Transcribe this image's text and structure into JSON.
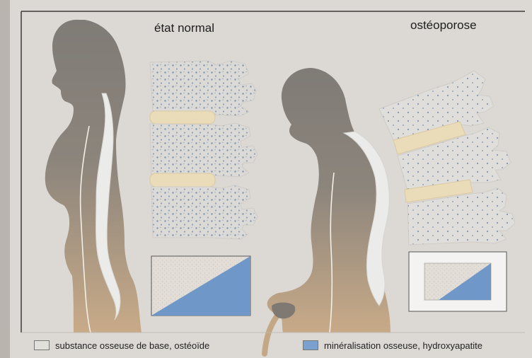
{
  "titles": {
    "normal": "état normal",
    "osteoporosis": "ostéoporose"
  },
  "legend": {
    "ground_substance": {
      "label": "substance osseuse de base, ostéoïde",
      "color": "#e2e0db"
    },
    "mineralization": {
      "label": "minéralisation osseuse, hydroxyapatite",
      "color": "#7aa1cf"
    }
  },
  "colors": {
    "page": "#dcd9d4",
    "body_top": "#7f7b76",
    "body_bottom": "#c6a98a",
    "spine": "#ececec",
    "vertebra": "#dddad5",
    "vertebra_dots": "#7d93ad",
    "disc": "#eadcb9",
    "mineral": "#6f97c8",
    "ground": "#e2ddd6"
  },
  "mineral_fraction": {
    "normal": 0.5,
    "osteoporosis": 0.35
  }
}
